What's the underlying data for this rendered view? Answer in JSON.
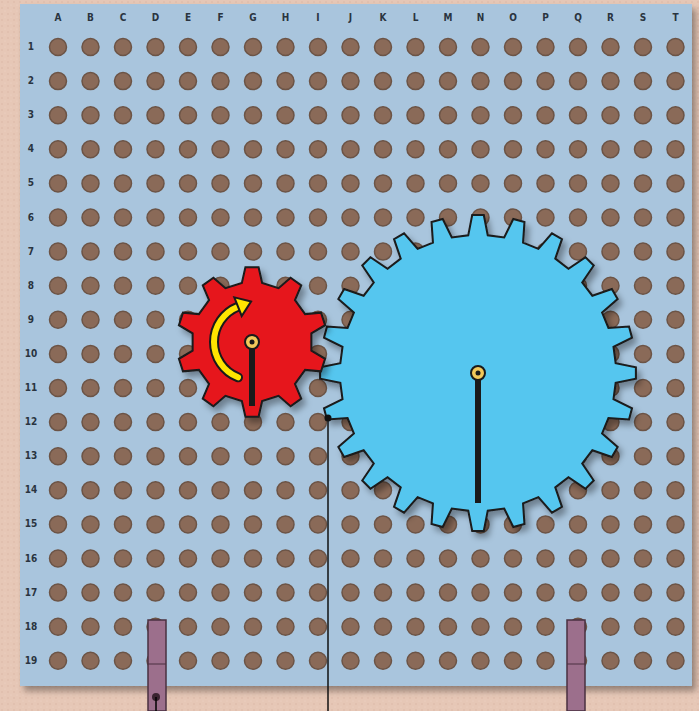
{
  "diagram": {
    "labels": [
      "A",
      "B",
      "C",
      "D",
      "E",
      "F",
      "G",
      "H",
      "I",
      "J",
      "K",
      "L",
      "M",
      "N",
      "O",
      "P",
      "Q",
      "R",
      "S",
      "T",
      "1",
      "2",
      "3",
      "4",
      "5",
      "6",
      "7",
      "8",
      "9",
      "10",
      "11",
      "12",
      "13",
      "14",
      "15",
      "16",
      "17",
      "18",
      "19"
    ]
  }
}
